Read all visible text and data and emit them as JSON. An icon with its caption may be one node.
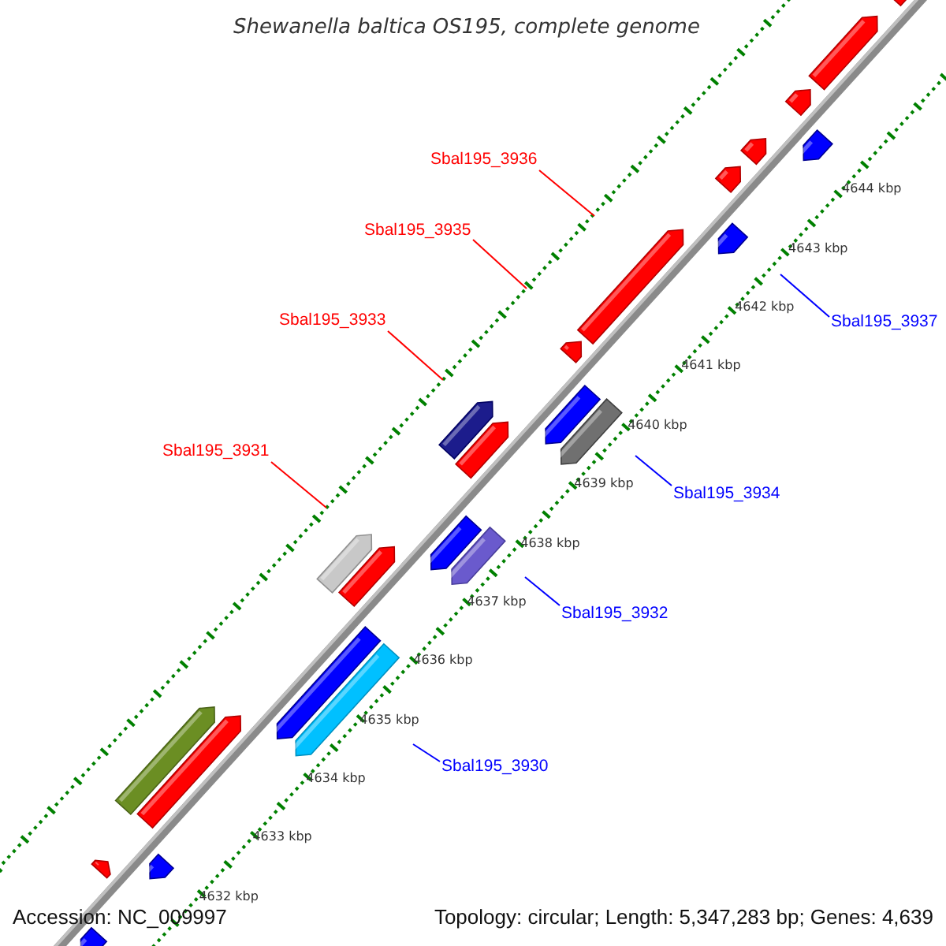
{
  "diagram": {
    "title": "Shewanella baltica OS195, complete genome",
    "nodes": [
      {
        "text": [
          "Sbal195_3936"
        ]
      },
      {
        "text": [
          "Sbal195_3935"
        ]
      },
      {
        "text": [
          "Sbal195_3937"
        ]
      },
      {
        "text": [
          "Sbal195_3933"
        ]
      },
      {
        "text": [
          "Sbal195_3931"
        ]
      },
      {
        "text": [
          "Sbal195_3934"
        ]
      },
      {
        "text": [
          "Sbal195_3932"
        ]
      },
      {
        "text": [
          "Sbal195_3930"
        ]
      }
    ],
    "edges": [
      {
        "from": 0,
        "to": null,
        "arrow": "none",
        "color": "#ff0000"
      },
      {
        "from": 1,
        "to": null,
        "arrow": "none",
        "color": "#ff0000"
      },
      {
        "from": 2,
        "to": null,
        "arrow": "none",
        "color": "#0000ff"
      },
      {
        "from": 3,
        "to": null,
        "arrow": "none",
        "color": "#ff0000"
      },
      {
        "from": 4,
        "to": null,
        "arrow": "none",
        "color": "#ff0000"
      },
      {
        "from": 5,
        "to": null,
        "arrow": "none",
        "color": "#0000ff"
      },
      {
        "from": 6,
        "to": null,
        "arrow": "none",
        "color": "#0000ff"
      },
      {
        "from": 7,
        "to": null,
        "arrow": "none",
        "color": "#0000ff"
      }
    ],
    "labels": [
      "4644 kbp",
      "4643 kbp",
      "4642 kbp",
      "4641 kbp",
      "4640 kbp",
      "4639 kbp",
      "4638 kbp",
      "4637 kbp",
      "4636 kbp",
      "4635 kbp",
      "4634 kbp",
      "4633 kbp",
      "4632 kbp",
      "Accession: NC_009997",
      "Topology: circular; Length: 5,347,283 bp; Genes: 4,639"
    ]
  }
}
